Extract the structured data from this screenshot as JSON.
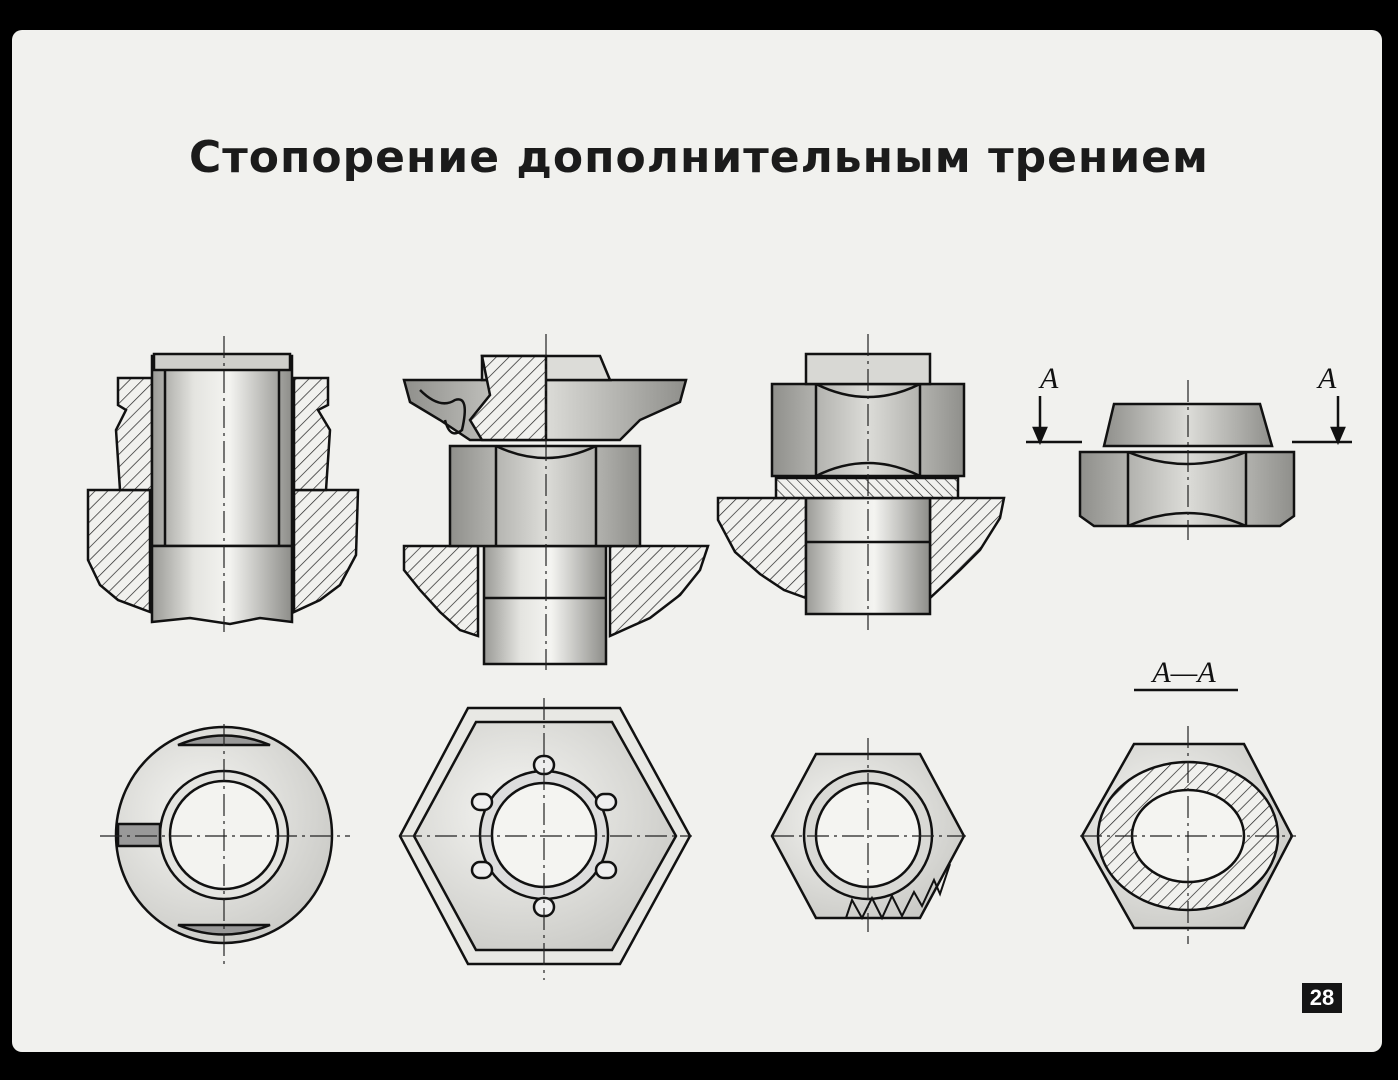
{
  "title": "Стопорение дополнительным трением",
  "section_mark": "А",
  "section_label": "А—А",
  "page_number": "28"
}
